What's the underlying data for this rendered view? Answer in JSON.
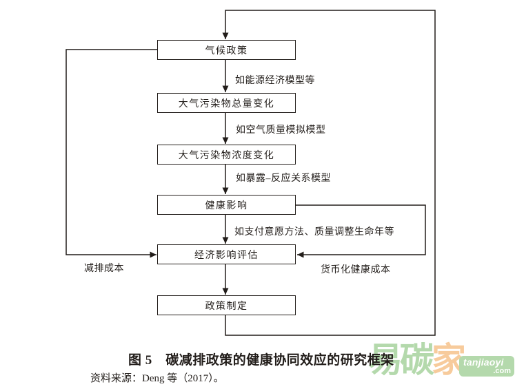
{
  "figure": {
    "caption": "图 5　碳减排政策的健康协同效应的研究框架",
    "source_note": "资料来源：Deng 等（2017）。"
  },
  "diagram": {
    "nodes": [
      {
        "id": "climate-policy",
        "label": "气候政策"
      },
      {
        "id": "pollutant-total-change",
        "label": "大气污染物总量变化"
      },
      {
        "id": "pollutant-concentration-change",
        "label": "大气污染物浓度变化"
      },
      {
        "id": "health-impact",
        "label": "健康影响"
      },
      {
        "id": "economic-impact-assessment",
        "label": "经济影响评估"
      },
      {
        "id": "policy-making",
        "label": "政策制定"
      }
    ],
    "edge_labels": {
      "after_climate_policy": "如能源经济模型等",
      "after_total_change": "如空气质量模拟模型",
      "after_concentration_change": "如暴露–反应关系模型",
      "after_health_impact": "如支付意愿方法、质量调整生命年等",
      "monetized_health_cost": "货币化健康成本",
      "abatement_cost": "减排成本"
    }
  },
  "watermark": {
    "chars": [
      {
        "text": "易",
        "color": "#b4d9ac"
      },
      {
        "text": "碳",
        "color": "#b4d9ac"
      },
      {
        "text": "家",
        "color": "#f7cb9c"
      }
    ],
    "badge_line1": "tanjiaoyi",
    "badge_line2": ".com",
    "badge_bg": "#b4d9ac"
  },
  "colors": {
    "line": "#221d1a",
    "background": "#ffffff",
    "watermark_green": "#b4d9ac",
    "watermark_orange": "#f7cb9c"
  }
}
